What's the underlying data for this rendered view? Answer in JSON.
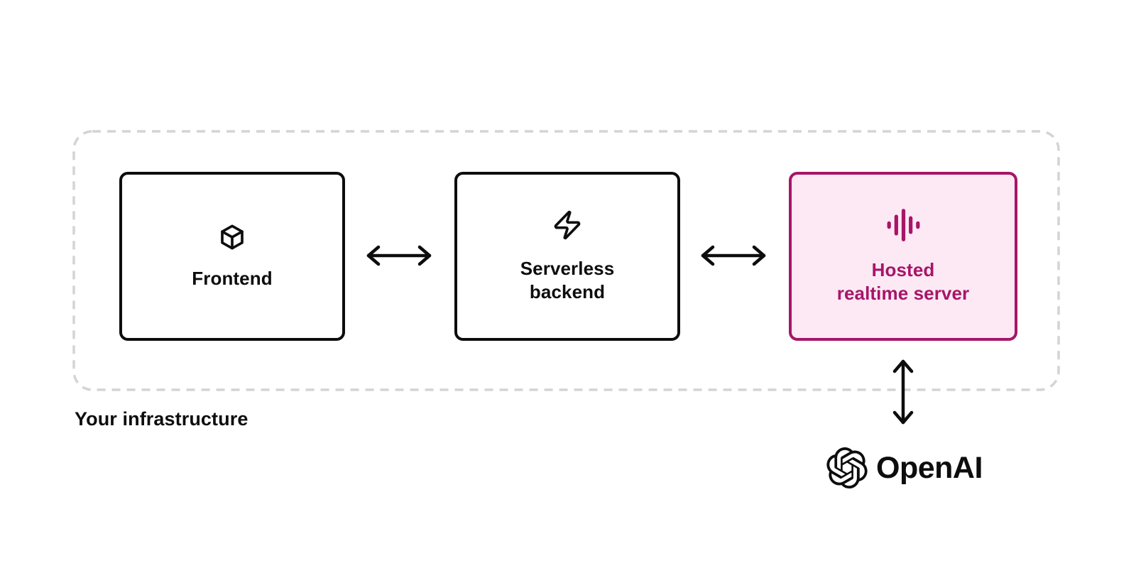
{
  "diagram": {
    "boundary_label": "Your infrastructure",
    "nodes": [
      {
        "id": "frontend",
        "label": "Frontend",
        "icon": "cube-icon",
        "highlighted": false
      },
      {
        "id": "serverless-backend",
        "label": "Serverless\nbackend",
        "icon": "lightning-bolt-icon",
        "highlighted": false
      },
      {
        "id": "hosted-realtime-server",
        "label": "Hosted\nrealtime server",
        "icon": "audio-waveform-icon",
        "highlighted": true
      }
    ],
    "connections": [
      {
        "from": "frontend",
        "to": "serverless-backend",
        "type": "bidirectional"
      },
      {
        "from": "serverless-backend",
        "to": "hosted-realtime-server",
        "type": "bidirectional"
      },
      {
        "from": "hosted-realtime-server",
        "to": "openai",
        "type": "bidirectional"
      }
    ],
    "provider": {
      "name": "OpenAI",
      "icon": "openai-logo-icon"
    },
    "colors": {
      "accent": "#a71568",
      "accent_bg": "#fce9f4",
      "node_border": "#0d0d0d",
      "boundary_border": "#d4d4d4",
      "text": "#0d0d0d"
    }
  }
}
